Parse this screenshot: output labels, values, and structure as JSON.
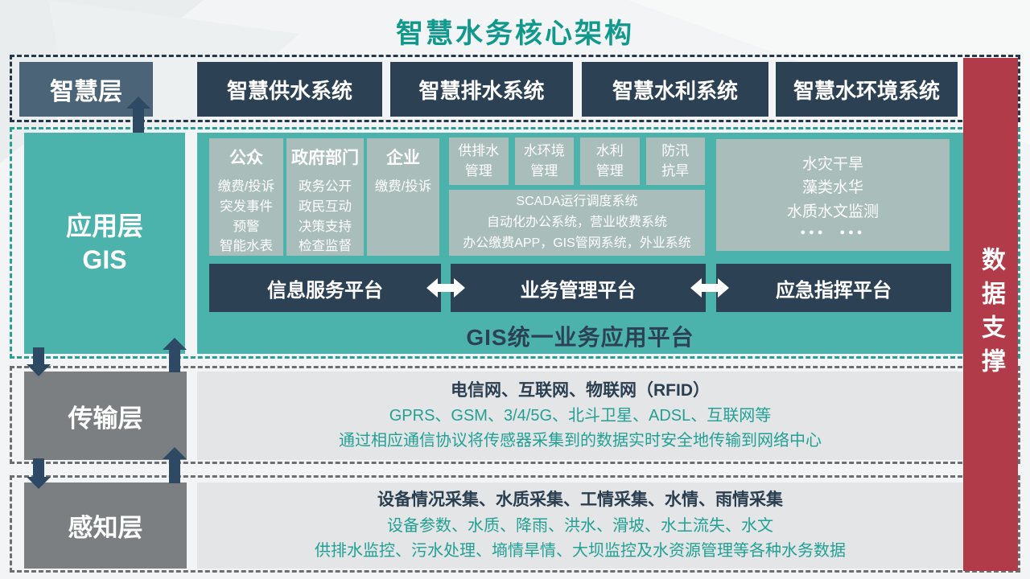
{
  "title": "智慧水务核心架构",
  "colors": {
    "teal_panel": "#4cb3ac",
    "navy_box": "#2d4154",
    "slate_box": "#4b6478",
    "sage_box": "#a9bebb",
    "gray_box": "#7c7f81",
    "light_panel": "#e3e5e6",
    "red_bar": "#b23b4a",
    "title_teal": "#12998d",
    "teal_text": "#23a094",
    "navy_text": "#2a3e50"
  },
  "smart_layer": {
    "label": "智慧层",
    "systems": [
      {
        "label": "智慧供水系统"
      },
      {
        "label": "智慧排水系统"
      },
      {
        "label": "智慧水利系统"
      },
      {
        "label": "智慧水环境系统"
      }
    ]
  },
  "app_layer": {
    "label_line1": "应用层",
    "label_line2": "GIS",
    "user_groups": [
      {
        "title": "公众",
        "items": [
          "缴费/投诉",
          "突发事件",
          "预警",
          "智能水表"
        ]
      },
      {
        "title": "政府部门",
        "items": [
          "政务公开",
          "政民互动",
          "决策支持",
          "检查监督"
        ]
      },
      {
        "title": "企业",
        "items": [
          "缴费/投诉"
        ]
      }
    ],
    "mgmt_boxes": [
      {
        "line1": "供排水",
        "line2": "管理"
      },
      {
        "line1": "水环境",
        "line2": "管理"
      },
      {
        "line1": "水利",
        "line2": "管理"
      },
      {
        "line1": "防汛",
        "line2": "抗旱"
      }
    ],
    "scada_lines": [
      "SCADA运行调度系统",
      "自动化办公系统，营业收费系统",
      "办公缴费APP，GIS管网系统，外业系统"
    ],
    "monitor_lines": [
      "水灾干旱",
      "藻类水华",
      "水质水文监测"
    ],
    "monitor_dots": "●●● ●●●",
    "platforms": [
      {
        "label": "信息服务平台"
      },
      {
        "label": "业务管理平台"
      },
      {
        "label": "应急指挥平台"
      }
    ],
    "unified_platform": "GIS统一业务应用平台"
  },
  "transport_layer": {
    "label": "传输层",
    "heading": "电信网、互联网、物联网（RFID）",
    "lines": [
      "GPRS、GSM、3/4/5G、北斗卫星、ADSL、互联网等",
      "通过相应通信协议将传感器采集到的数据实时安全地传输到网络中心"
    ]
  },
  "sense_layer": {
    "label": "感知层",
    "heading": "设备情况采集、水质采集、工情采集、水情、雨情采集",
    "lines": [
      "设备参数、水质、降雨、洪水、滑坡、水土流失、水文",
      "供排水监控、污水处理、墒情旱情、大坝监控及水资源管理等各种水务数据"
    ]
  },
  "data_support": {
    "label": "数据支撑"
  }
}
